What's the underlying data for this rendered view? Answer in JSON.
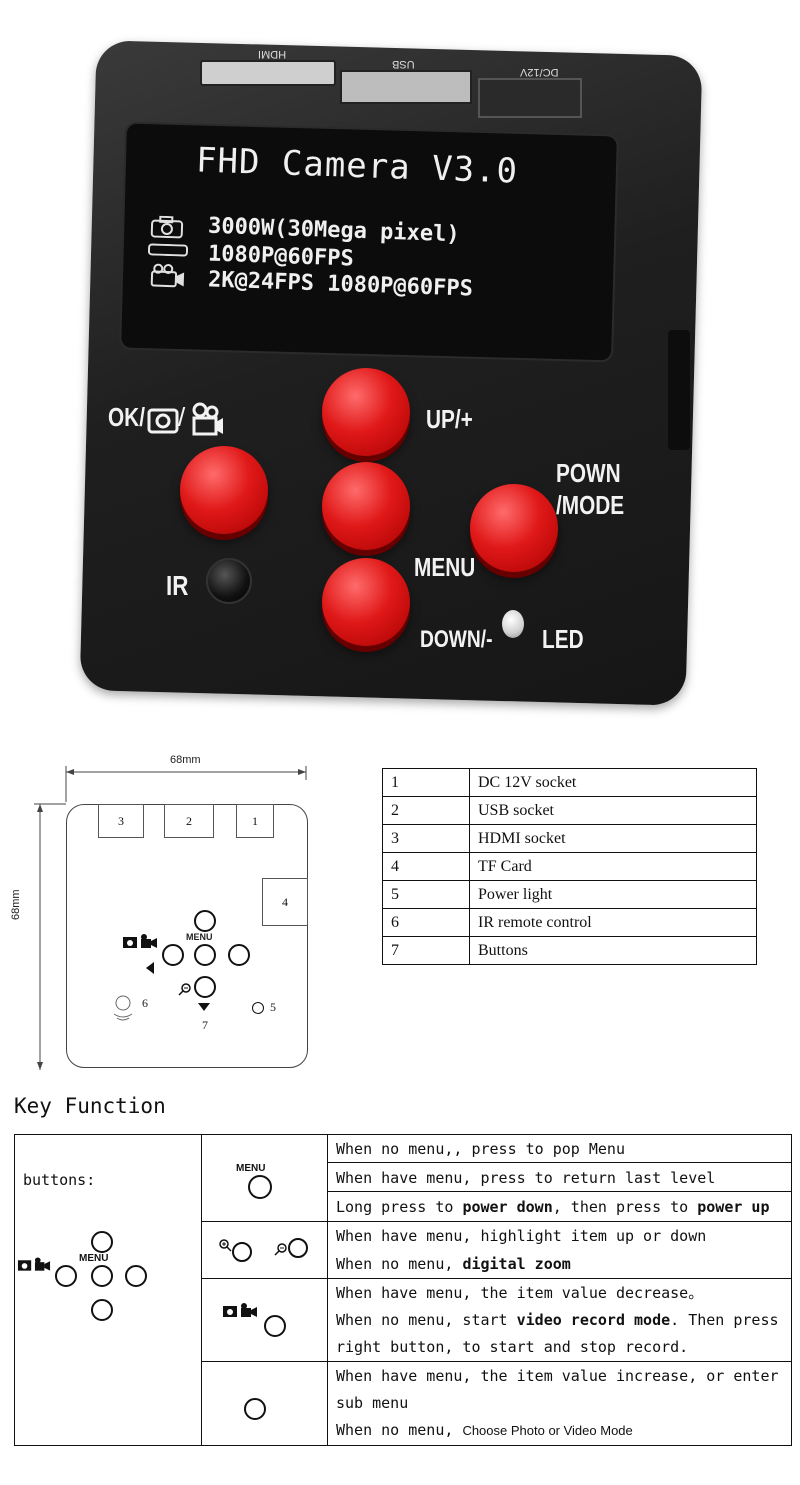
{
  "photo": {
    "ports": {
      "hdmi": "HDMI",
      "usb": "USB",
      "dc": "DC/12V"
    },
    "lcd": {
      "title": "FHD  Camera  V3.0",
      "line1": "3000W(30Mega pixel)",
      "line2": "1080P@60FPS",
      "line3": "2K@24FPS 1080P@60FPS",
      "icons": [
        "camera-icon",
        "card-icon",
        "video-camera-icon"
      ]
    },
    "labels": {
      "ok": "OK/",
      "up": "UP/+",
      "pown": "POWN",
      "mode": "/MODE",
      "menu": "MENU",
      "down": "DOWN/-",
      "ir": "IR",
      "led": "LED"
    },
    "button_color": "#e01818"
  },
  "dimensions": {
    "width_label": "68mm",
    "height_label": "68mm",
    "box_labels": [
      "3",
      "2",
      "1",
      "4"
    ],
    "menu_label": "MENU",
    "callouts": [
      "6",
      "5",
      "7"
    ]
  },
  "parts_table": [
    {
      "num": "1",
      "desc": "DC 12V socket"
    },
    {
      "num": "2",
      "desc": " USB socket"
    },
    {
      "num": "3",
      "desc": "HDMI socket"
    },
    {
      "num": "4",
      "desc": "TF Card"
    },
    {
      "num": "5",
      "desc": "Power light"
    },
    {
      "num": "6",
      "desc": "IR remote control"
    },
    {
      "num": "7",
      "desc": "Buttons"
    }
  ],
  "key_function": {
    "title": "Key Function",
    "buttons_label": "buttons:",
    "menu_label": "MENU",
    "rows": {
      "menu": {
        "l1": "When no menu,, press to pop Menu",
        "l2": "When have menu, press to return last level",
        "l3a": "Long press to ",
        "l3b": "power down",
        "l3c": ", then press to ",
        "l3d": "power up"
      },
      "zoom": {
        "l1": "When have menu, highlight item up or down",
        "l2a": "When no menu, ",
        "l2b": "digital zoom"
      },
      "video": {
        "l1": "When have menu, the item value decrease。",
        "l2a": "When no menu, start ",
        "l2b": "video record mode",
        "l2c": ". Then press",
        "l3": " right button, to start and stop record."
      },
      "right": {
        "l1": "When have menu, the item value increase, or enter",
        "l2": "  sub menu",
        "l3a": "When no menu, ",
        "l3b": "Choose Photo or Video Mode"
      }
    }
  }
}
